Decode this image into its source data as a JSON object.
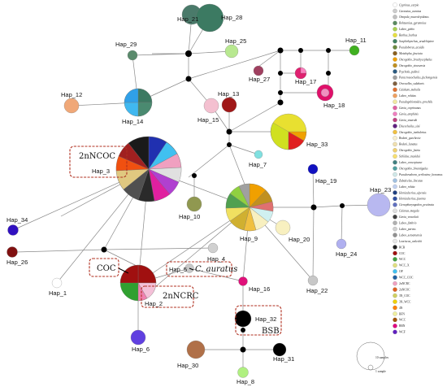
{
  "haplotypes": [
    {
      "id": "Hap_21",
      "label": "Hap_21"
    },
    {
      "id": "Hap_28",
      "label": "Hap_28"
    },
    {
      "id": "Hap_29",
      "label": "Hap_29"
    },
    {
      "id": "Hap_25",
      "label": "Hap_25"
    },
    {
      "id": "Hap_11",
      "label": "Hap_11"
    },
    {
      "id": "Hap_12",
      "label": "Hap_12"
    },
    {
      "id": "Hap_27",
      "label": "Hap_27"
    },
    {
      "id": "Hap_17",
      "label": "Hap_17"
    },
    {
      "id": "Hap_14",
      "label": "Hap_14"
    },
    {
      "id": "Hap_15",
      "label": "Hap_15"
    },
    {
      "id": "Hap_13",
      "label": "Hap_13"
    },
    {
      "id": "Hap_18",
      "label": "Hap_18"
    },
    {
      "id": "Hap_33",
      "label": "Hap_33"
    },
    {
      "id": "Hap_3",
      "label": "Hap_3"
    },
    {
      "id": "Hap_7",
      "label": "Hap_7"
    },
    {
      "id": "Hap_19",
      "label": "Hap_19"
    },
    {
      "id": "Hap_23",
      "label": "Hap_23"
    },
    {
      "id": "Hap_34",
      "label": "Hap_34"
    },
    {
      "id": "Hap_10",
      "label": "Hap_10"
    },
    {
      "id": "Hap_9",
      "label": "Hap_9"
    },
    {
      "id": "Hap_20",
      "label": "Hap_20"
    },
    {
      "id": "Hap_26",
      "label": "Hap_26"
    },
    {
      "id": "Hap_4",
      "label": "Hap_4"
    },
    {
      "id": "Hap_24",
      "label": "Hap_24"
    },
    {
      "id": "Hap_5",
      "label": "Hap_5"
    },
    {
      "id": "Hap_1",
      "label": "Hap_1"
    },
    {
      "id": "Hap_2",
      "label": "Hap_2"
    },
    {
      "id": "Hap_16",
      "label": "Hap_16"
    },
    {
      "id": "Hap_22",
      "label": "Hap_22"
    },
    {
      "id": "Hap_32",
      "label": "Hap_32"
    },
    {
      "id": "Hap_6",
      "label": "Hap_6"
    },
    {
      "id": "Hap_30",
      "label": "Hap_30"
    },
    {
      "id": "Hap_31",
      "label": "Hap_31"
    },
    {
      "id": "Hap_8",
      "label": "Hap_8"
    }
  ],
  "callouts": {
    "nncoc": "2nNCOC",
    "coc": "COC",
    "auratus": "C. auratus",
    "nncrc": "2nNCRC",
    "bsb": "BSB"
  },
  "legend": {
    "items": [
      {
        "name": "Cyprinus_carpio",
        "color": "#ffffff"
      },
      {
        "name": "Carassius_auratus",
        "color": "#cccccc"
      },
      {
        "name": "Onopala_macrolepidotus",
        "color": "#c0c0c0"
      },
      {
        "name": "Rohtaenius_gyrantoius",
        "color": "#5a8a60"
      },
      {
        "name": "Labeo_gobio",
        "color": "#a8d050"
      },
      {
        "name": "Barbus_barbus",
        "color": "#e8e040"
      },
      {
        "name": "Scaphirhynchus_aradchiptere",
        "color": "#408060"
      },
      {
        "name": "Pseudoborus_acuidis",
        "color": "#6a8a40"
      },
      {
        "name": "Metalopha_fasciata",
        "color": "#8a6020"
      },
      {
        "name": "Oncogobio_brachycephalus",
        "color": "#f0a000"
      },
      {
        "name": "Oncogobio_sinesensis",
        "color": "#c09020"
      },
      {
        "name": "Psychola_palinsi",
        "color": "#2a5a80"
      },
      {
        "name": "Paracrossocheilus_fuchongensis",
        "color": "#a0a0a0"
      },
      {
        "name": "Orecaellus_salabaris",
        "color": "#806040"
      },
      {
        "name": "Culakum_mahalis",
        "color": "#e07030"
      },
      {
        "name": "Labeo_rohitus",
        "color": "#f0a060"
      },
      {
        "name": "Pseudogobiotoides_prochilu",
        "color": "#f0e8a0"
      },
      {
        "name": "Gavia_coprinanus",
        "color": "#e060a0"
      },
      {
        "name": "Gavia_amphinis",
        "color": "#f080c0"
      },
      {
        "name": "Gavia_smaraki",
        "color": "#c04080"
      },
      {
        "name": "Discocheilus_sini",
        "color": "#602080"
      },
      {
        "name": "Oncogobio_tonbubrius",
        "color": "#f0c040"
      },
      {
        "name": "Bodeni_guecheoie",
        "color": "#f8f0d0"
      },
      {
        "name": "Bodeni_lunatus",
        "color": "#f0e0b0"
      },
      {
        "name": "Oncogobio_fotzia",
        "color": "#f0d070"
      },
      {
        "name": "Schiidae_maxidai",
        "color": "#f8e070"
      },
      {
        "name": "Labeo_conceptueur",
        "color": "#408080"
      },
      {
        "name": "Oncogobio_bivantigulus",
        "color": "#50a0a0"
      },
      {
        "name": "Pseudorasbora_serilosime_koreanus",
        "color": "#d0e8e8"
      },
      {
        "name": "Zabaleelus_lincatus",
        "color": "#a0c0e0"
      },
      {
        "name": "Labeo_rohita",
        "color": "#c0d0f0"
      },
      {
        "name": "Hemiculterius_sipensis",
        "color": "#204080"
      },
      {
        "name": "Hemiculterius_fasoma",
        "color": "#3050a0"
      },
      {
        "name": "Ctenopharyngodon_pectinata",
        "color": "#6070c0"
      },
      {
        "name": "Culanus_magala",
        "color": "#e0e0e0"
      },
      {
        "name": "Gavia_voncolaii",
        "color": "#404040"
      },
      {
        "name": "Labeo_fimbrio",
        "color": "#b0b0b0"
      },
      {
        "name": "Labeo_parvus",
        "color": "#d0d0d0"
      },
      {
        "name": "Labeo_setoamensis",
        "color": "#909090"
      },
      {
        "name": "Leuciscus_waleckii",
        "color": "#e8e8e8"
      },
      {
        "name": "RCB",
        "color": "#202020"
      },
      {
        "name": "COC",
        "color": "#a01010"
      },
      {
        "name": "WCC",
        "color": "#40a040"
      },
      {
        "name": "WCC_X",
        "color": "#e0e080"
      },
      {
        "name": "OP",
        "color": "#40c0f0"
      },
      {
        "name": "WCC_COC",
        "color": "#2060a0"
      },
      {
        "name": "2nNCRC",
        "color": "#f0a0c0"
      },
      {
        "name": "2nNCOC",
        "color": "#e06020"
      },
      {
        "name": "3N_COC",
        "color": "#d0d060"
      },
      {
        "name": "3N_WCC",
        "color": "#f0d000"
      },
      {
        "name": "4N",
        "color": "#ff8000"
      },
      {
        "name": "BFN",
        "color": "#f0f0a0"
      },
      {
        "name": "WCC",
        "color": "#a05000"
      },
      {
        "name": "BBN",
        "color": "#e00080"
      },
      {
        "name": "WCF",
        "color": "#6020c0"
      }
    ],
    "scale": {
      "large": "10 samples",
      "small": "1 sample"
    }
  },
  "colors": {
    "edge": "#888888",
    "node_black": "#000000",
    "callout_border": "#b03020"
  }
}
